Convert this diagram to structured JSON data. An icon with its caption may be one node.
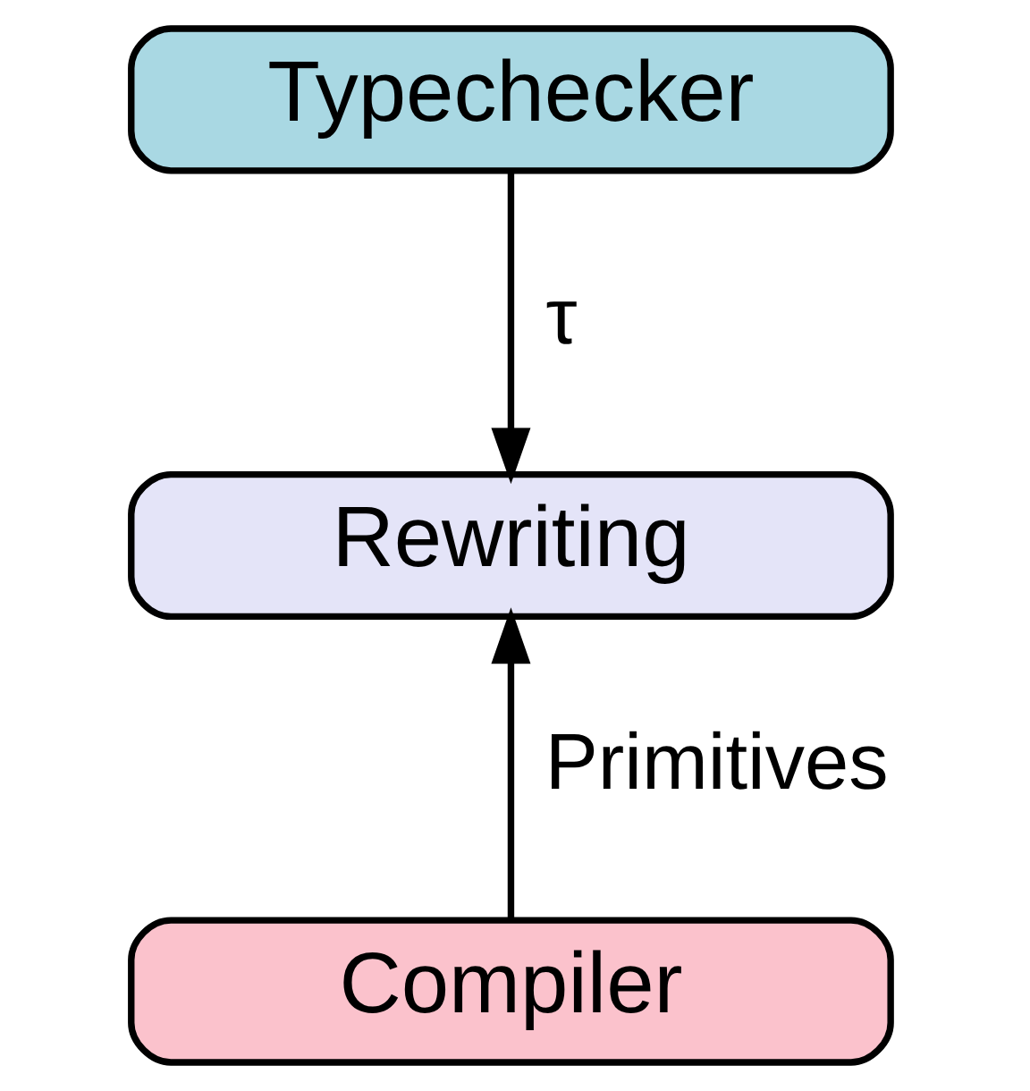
{
  "diagram": {
    "nodes": [
      {
        "text": [
          "Typechecker"
        ]
      },
      {
        "text": [
          "Rewriting"
        ]
      },
      {
        "text": [
          "Compiler"
        ]
      }
    ],
    "edges": [
      {
        "from": 0,
        "to": 1,
        "arrow": "to",
        "label": "τ"
      },
      {
        "from": 2,
        "to": 1,
        "arrow": "to",
        "label": "Primitives"
      }
    ]
  }
}
